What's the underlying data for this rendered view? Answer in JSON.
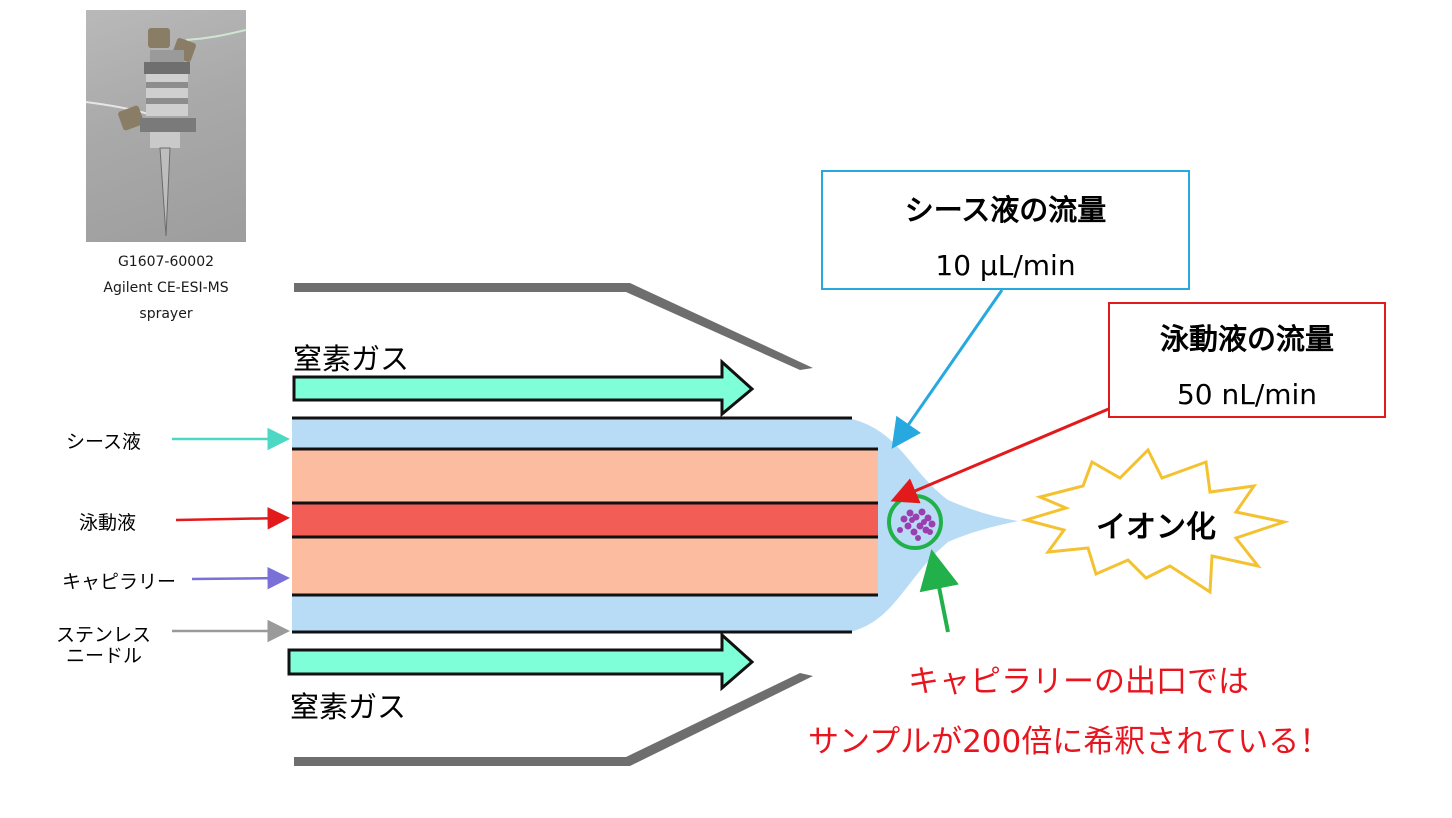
{
  "photo": {
    "part_number": "G1607-60002",
    "product_line1": "Agilent CE-ESI-MS",
    "product_line2": "sprayer"
  },
  "labels": {
    "nitrogen_gas_top": "窒素ガス",
    "nitrogen_gas_bottom": "窒素ガス",
    "sheath_liquid": "シース液",
    "mobile_liquid": "泳動液",
    "capillary": "キャピラリー",
    "stainless_line1": "ステンレス",
    "stainless_line2": "ニードル",
    "ionization": "イオン化"
  },
  "sheath_flow_box": {
    "title": "シース液の流量",
    "value": "10 μL/min"
  },
  "mobile_flow_box": {
    "title": "泳動液の流量",
    "value": "50 nL/min"
  },
  "note": {
    "line1": "キャピラリーの出口では",
    "line2": "サンプルが200倍に希釈されている！"
  },
  "colors": {
    "sheath": "#b8dcf5",
    "capillary": "#fbbc9f",
    "mobile": "#f25d56",
    "gas_arrow": "#7effd8",
    "sheath_box_border": "#27a9e0",
    "mobile_box_border": "#e31a1c",
    "note_text": "#e8151e",
    "droplets": "#9b3fb0",
    "droplet_circle": "#22b04b",
    "burst": "#f4c230"
  }
}
